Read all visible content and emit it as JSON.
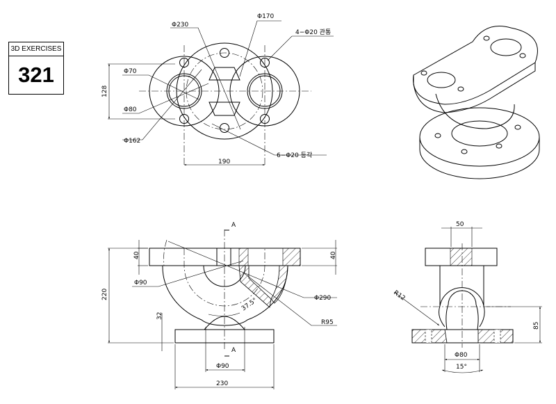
{
  "logo": {
    "header": "3D EXERCISES",
    "number": "321"
  },
  "top_view": {
    "dims": {
      "d230": "Φ230",
      "d170": "Φ170",
      "holes4": "4−Φ20 관통",
      "d70": "Φ70",
      "d80": "Φ80",
      "d162": "Φ162",
      "h128": "128",
      "w190": "190",
      "holes6": "6−Φ20 등각"
    }
  },
  "front_view": {
    "section_top": "A",
    "section_bottom": "A",
    "dims": {
      "t40_left": "40",
      "t40_right": "40",
      "h220": "220",
      "d90_left": "Φ90",
      "d290": "Φ290",
      "r95": "R95",
      "a375": "37.5°",
      "h32": "32",
      "d90_bottom": "Φ90",
      "w230": "230"
    }
  },
  "side_view": {
    "dims": {
      "w50": "50",
      "r12": "R12",
      "h85": "85",
      "d80": "Φ80",
      "a15": "15°"
    }
  }
}
